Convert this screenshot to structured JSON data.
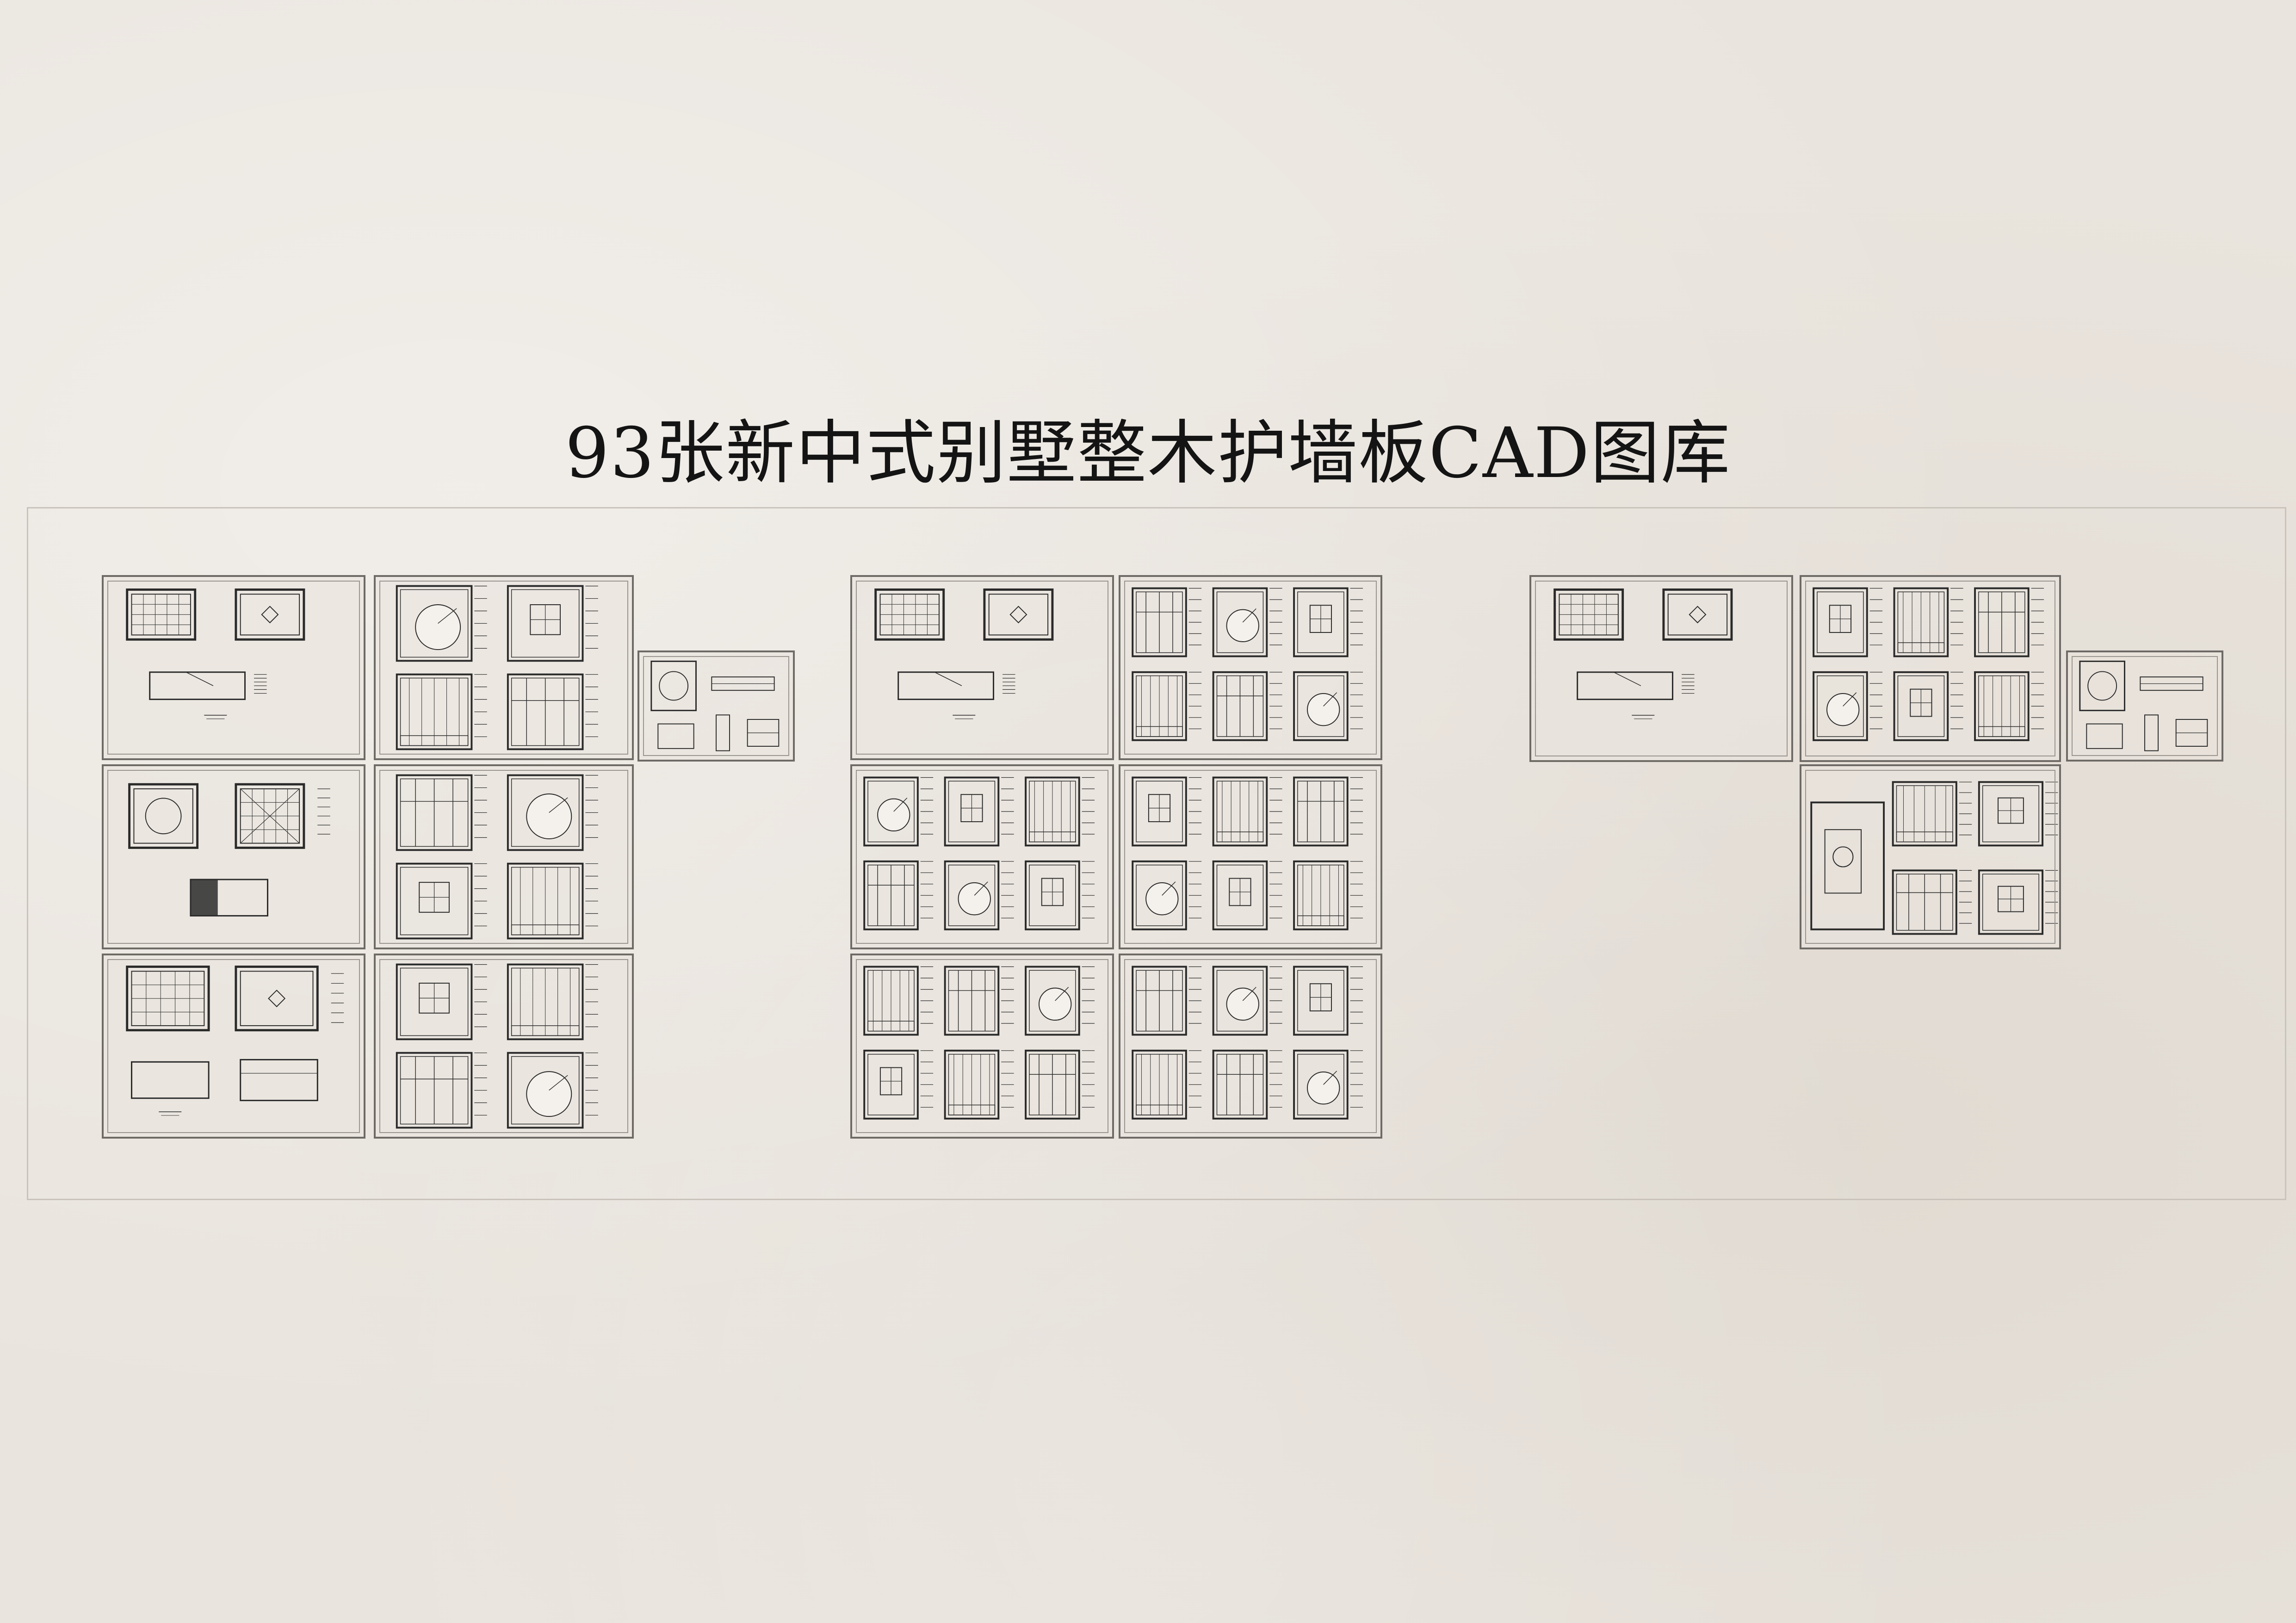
{
  "page": {
    "title": "93张新中式别墅整木护墙板CAD图库",
    "background_color": "#e9e4dd",
    "line_color": "#2a2a2a"
  },
  "groups": [
    {
      "name": "group-left",
      "sheets": [
        "plan-ceiling",
        "elevations-4",
        "detail-small",
        "dining-plan",
        "elevations-4b",
        "plan-multi",
        "elevations-4c"
      ]
    },
    {
      "name": "group-middle",
      "sheets": [
        "plan-ceiling",
        "elevations-6",
        "elevations-6b",
        "elevations-6c",
        "elevations-6d",
        "elevations-6e"
      ]
    },
    {
      "name": "group-right",
      "sheets": [
        "plan-ceiling",
        "elevations-6",
        "detail-small",
        "plan-elev"
      ]
    }
  ]
}
